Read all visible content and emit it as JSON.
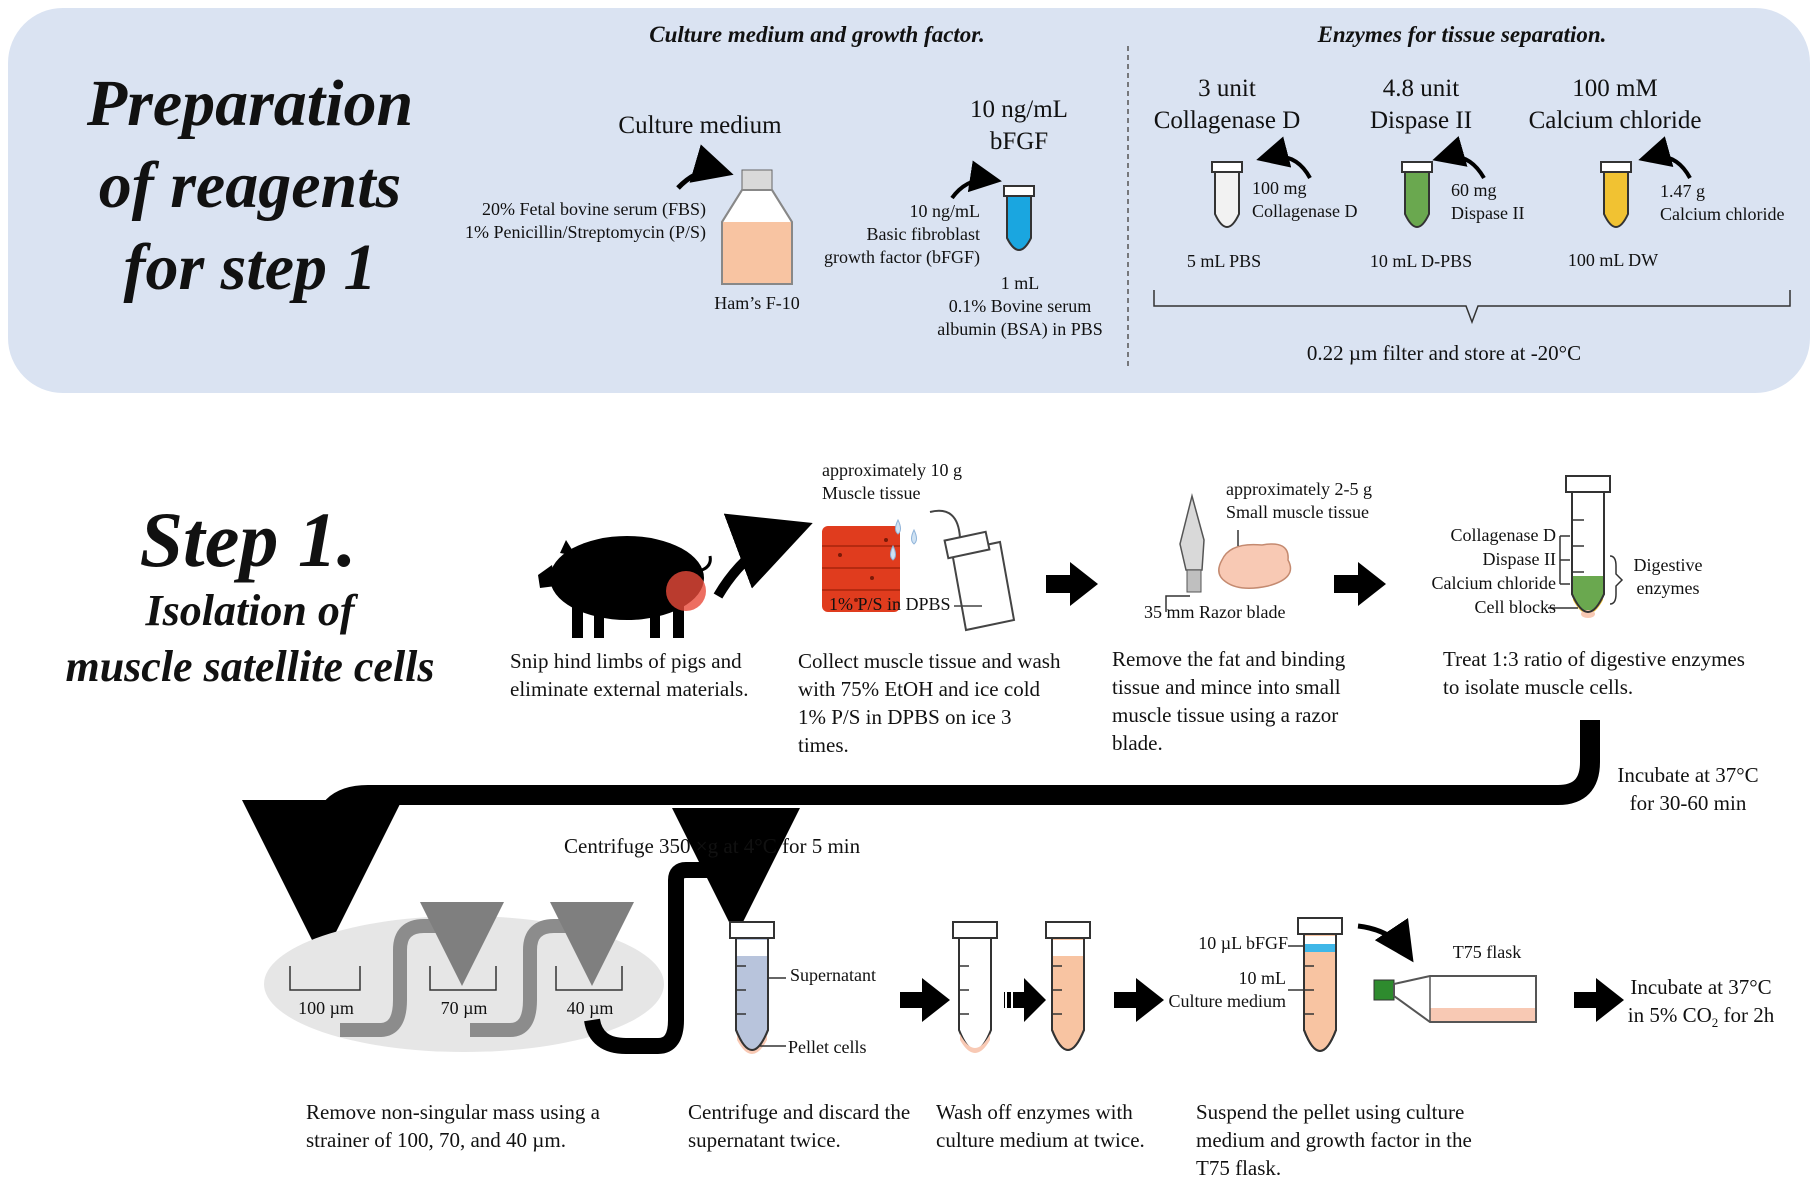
{
  "prep": {
    "title": [
      "Preparation",
      "of reagents",
      "for step 1"
    ],
    "left_header": "Culture medium and growth factor.",
    "right_header": "Enzymes for tissue separation.",
    "culture_medium": {
      "title": "Culture medium",
      "add": [
        "20% Fetal bovine serum (FBS)",
        "1% Penicillin/Streptomycin (P/S)"
      ],
      "base": "Ham’s F-10"
    },
    "bfgf": {
      "title": [
        "10 ng/mL",
        "bFGF"
      ],
      "add": [
        "10 ng/mL",
        "Basic fibroblast",
        "growth factor (bFGF)"
      ],
      "base": [
        "1 mL",
        "0.1% Bovine serum",
        "albumin (BSA) in PBS"
      ]
    },
    "enzymes": [
      {
        "title": [
          "3 unit",
          "Collagenase D"
        ],
        "add": [
          "100 mg",
          "Collagenase D"
        ],
        "base": "5 mL PBS",
        "color": "#f2f2f2"
      },
      {
        "title": [
          "4.8 unit",
          "Dispase II"
        ],
        "add": [
          "60 mg",
          "Dispase II"
        ],
        "base": "10 mL D-PBS",
        "color": "#6aa84f"
      },
      {
        "title": [
          "100 mM",
          "Calcium chloride"
        ],
        "add": [
          "1.47 g",
          "Calcium chloride"
        ],
        "base": "100 mL DW",
        "color": "#f1c232"
      }
    ],
    "filter_note": "0.22 µm filter and store at -20°C"
  },
  "step1": {
    "title": "Step 1.",
    "subtitle": [
      "Isolation of",
      "muscle satellite cells"
    ],
    "muscle_note": [
      "approximately 10 g",
      "Muscle tissue"
    ],
    "dpbs_label": "1% P/S in DPBS",
    "small_muscle_note": [
      "approximately 2-5 g",
      "Small muscle tissue"
    ],
    "razor_label": "35 mm Razor blade",
    "tube_labels": [
      "Collagenase D",
      "Dispase II",
      "Calcium chloride",
      "Cell blocks"
    ],
    "digestive_label": [
      "Digestive",
      "enzymes"
    ],
    "incubate1": [
      "Incubate at 37°C",
      "for 30-60 min"
    ],
    "centrifuge_note": "Centrifuge 350 ×g at 4°C for 5 min",
    "strainers": [
      "100 µm",
      "70 µm",
      "40 µm"
    ],
    "supernatant": "Supernatant",
    "pellet": "Pellet cells",
    "bfgf_label": "10 µL bFGF",
    "medium_label": [
      "10 mL",
      "Culture medium"
    ],
    "flask_label": "T75 flask",
    "incubate2": "Incubate at 37°C",
    "incubate2_sub": [
      "in 5% CO",
      "2",
      " for 2h"
    ],
    "descriptions": [
      "Snip hind limbs of pigs and eliminate external materials.",
      "Collect muscle tissue and wash with 75% EtOH and ice cold 1% P/S in DPBS on ice 3 times.",
      "Remove the fat and binding tissue and mince into small muscle tissue using a razor blade.",
      "Treat 1:3 ratio of digestive enzymes to isolate muscle cells.",
      "Remove non-singular mass using a strainer of 100, 70, and 40 µm.",
      "Centrifuge and discard the supernatant twice.",
      "Wash off enzymes with culture medium at twice.",
      "Suspend the pellet using culture medium and growth factor in the T75 flask."
    ]
  },
  "colors": {
    "panel": "#dae3f2",
    "arrow": "#000000",
    "medium": "#f8c4a2",
    "bfgf_blue": "#1aa6e0",
    "supernatant": "#b8c4dc",
    "flask_cap": "#2e8b2e"
  }
}
